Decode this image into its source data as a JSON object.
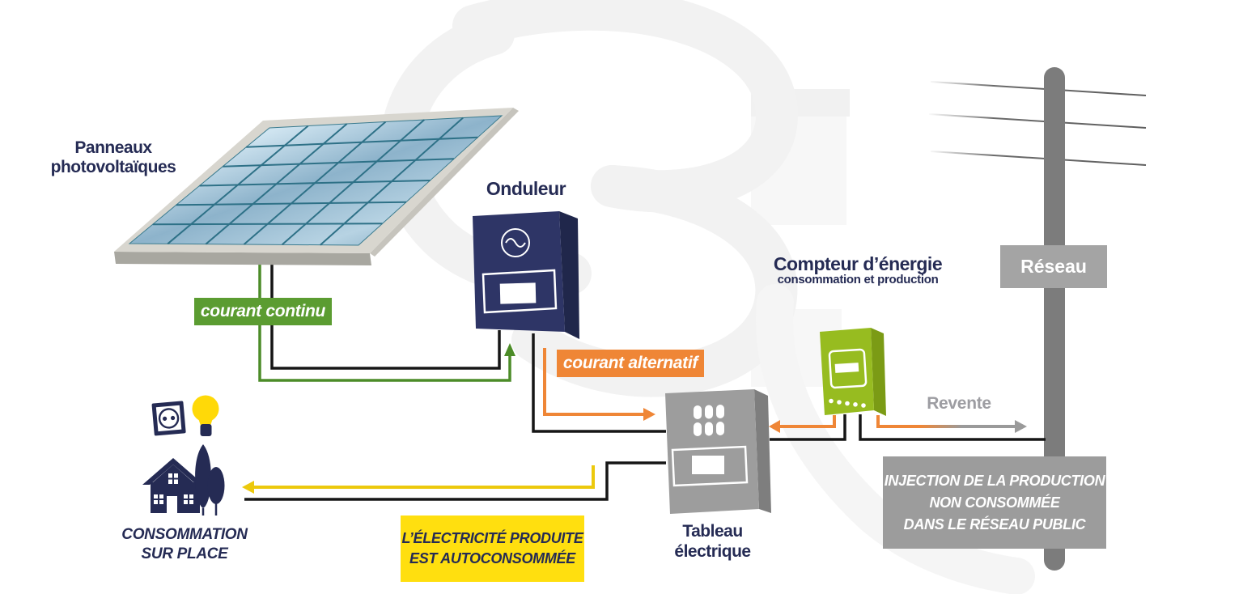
{
  "diagram": {
    "panels": {
      "line1": "Panneaux",
      "line2": "photovoltaïques"
    },
    "inverter": {
      "label": "Onduleur"
    },
    "meter": {
      "title": "Compteur d’énergie",
      "subtitle": "consommation et production"
    },
    "board": {
      "line1": "Tableau",
      "line2": "électrique"
    },
    "grid_sign": {
      "label": "Réseau"
    },
    "consumption": {
      "line1": "CONSOMMATION",
      "line2": "SUR PLACE"
    },
    "flows": {
      "dc": {
        "label": "courant continu"
      },
      "ac": {
        "label": "courant alternatif"
      },
      "resale": {
        "label": "Revente"
      },
      "self_use_note": {
        "line1": "L’ÉLECTRICITÉ PRODUITE",
        "line2": "EST AUTOCONSOMMÉE"
      },
      "injection_note": {
        "line1": "INJECTION DE LA PRODUCTION",
        "line2": "NON CONSOMMÉE",
        "line3": "DANS LE RÉSEAU PUBLIC"
      }
    },
    "colors": {
      "navy_text": "#252b54",
      "dc_green": "#5b9c31",
      "ac_orange": "#ef8636",
      "meter_lime": "#97bc20",
      "board_gray": "#9d9d9d",
      "self_use_yellow": "#ffdf0f",
      "injection_gray": "#9c9c9c",
      "pole_gray": "#7c7c7c",
      "resale_gray": "#9d9da2"
    }
  }
}
